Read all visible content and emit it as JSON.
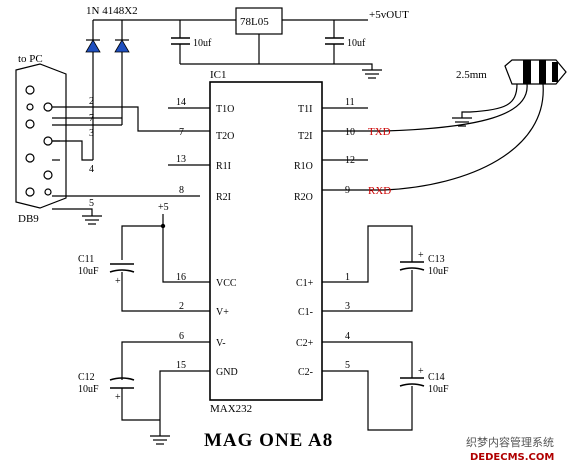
{
  "title": "MAG ONE A8",
  "watermark": {
    "line1": "织梦内容管理系统",
    "line2": "DEDECMS.COM"
  },
  "diodes_label": "1N 4148X2",
  "regulator": {
    "name": "78L05",
    "output_label": "+5vOUT"
  },
  "caps": {
    "c_in": "10uf",
    "c_out": "10uf"
  },
  "jack_label": "2.5mm",
  "connector": {
    "top_label": "to PC",
    "bottom_label": "DB9",
    "pins": [
      "2",
      "7",
      "3",
      "4",
      "5"
    ]
  },
  "ic": {
    "ref": "IC1",
    "part": "MAX232",
    "left_pins": [
      {
        "num": "14",
        "name": "T1O"
      },
      {
        "num": "7",
        "name": "T2O"
      },
      {
        "num": "13",
        "name": "R1I"
      },
      {
        "num": "8",
        "name": "R2I"
      },
      {
        "num": "16",
        "name": "VCC"
      },
      {
        "num": "2",
        "name": "V+"
      },
      {
        "num": "6",
        "name": "V-"
      },
      {
        "num": "15",
        "name": "GND"
      }
    ],
    "right_pins": [
      {
        "num": "11",
        "name": "T1I"
      },
      {
        "num": "10",
        "name": "T2I"
      },
      {
        "num": "12",
        "name": "R1O"
      },
      {
        "num": "9",
        "name": "R2O"
      },
      {
        "num": "1",
        "name": "C1+"
      },
      {
        "num": "3",
        "name": "C1-"
      },
      {
        "num": "4",
        "name": "C2+"
      },
      {
        "num": "5",
        "name": "C2-"
      }
    ]
  },
  "signals": {
    "txd": "TXD",
    "rxd": "RXD"
  },
  "vcc_label": "+5",
  "caps_side": [
    {
      "ref": "C11",
      "value": "10uF"
    },
    {
      "ref": "C12",
      "value": "10uF"
    },
    {
      "ref": "C13",
      "value": "10uF"
    },
    {
      "ref": "C14",
      "value": "10uF"
    }
  ],
  "plus_sign": "+"
}
